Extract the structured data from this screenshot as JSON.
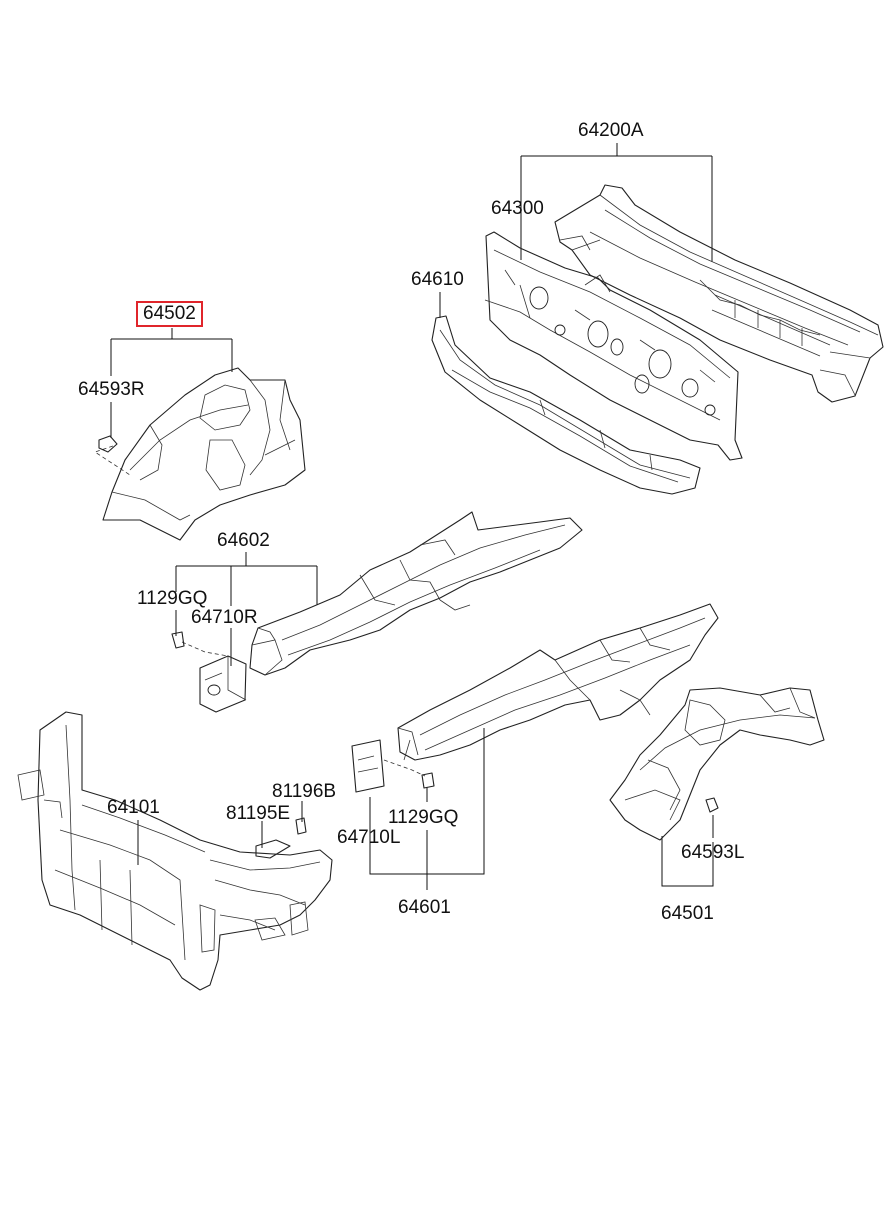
{
  "labels": {
    "p64200A": "64200A",
    "p64300": "64300",
    "p64610": "64610",
    "p64502": "64502",
    "p64593R": "64593R",
    "p64602": "64602",
    "p1129GQ_top": "1129GQ",
    "p64710R": "64710R",
    "p64101": "64101",
    "p81196B": "81196B",
    "p81195E": "81195E",
    "p1129GQ_bottom": "1129GQ",
    "p64710L": "64710L",
    "p64601": "64601",
    "p64593L": "64593L",
    "p64501": "64501"
  },
  "highlight": {
    "part": "64502",
    "color": "#e0252b"
  }
}
